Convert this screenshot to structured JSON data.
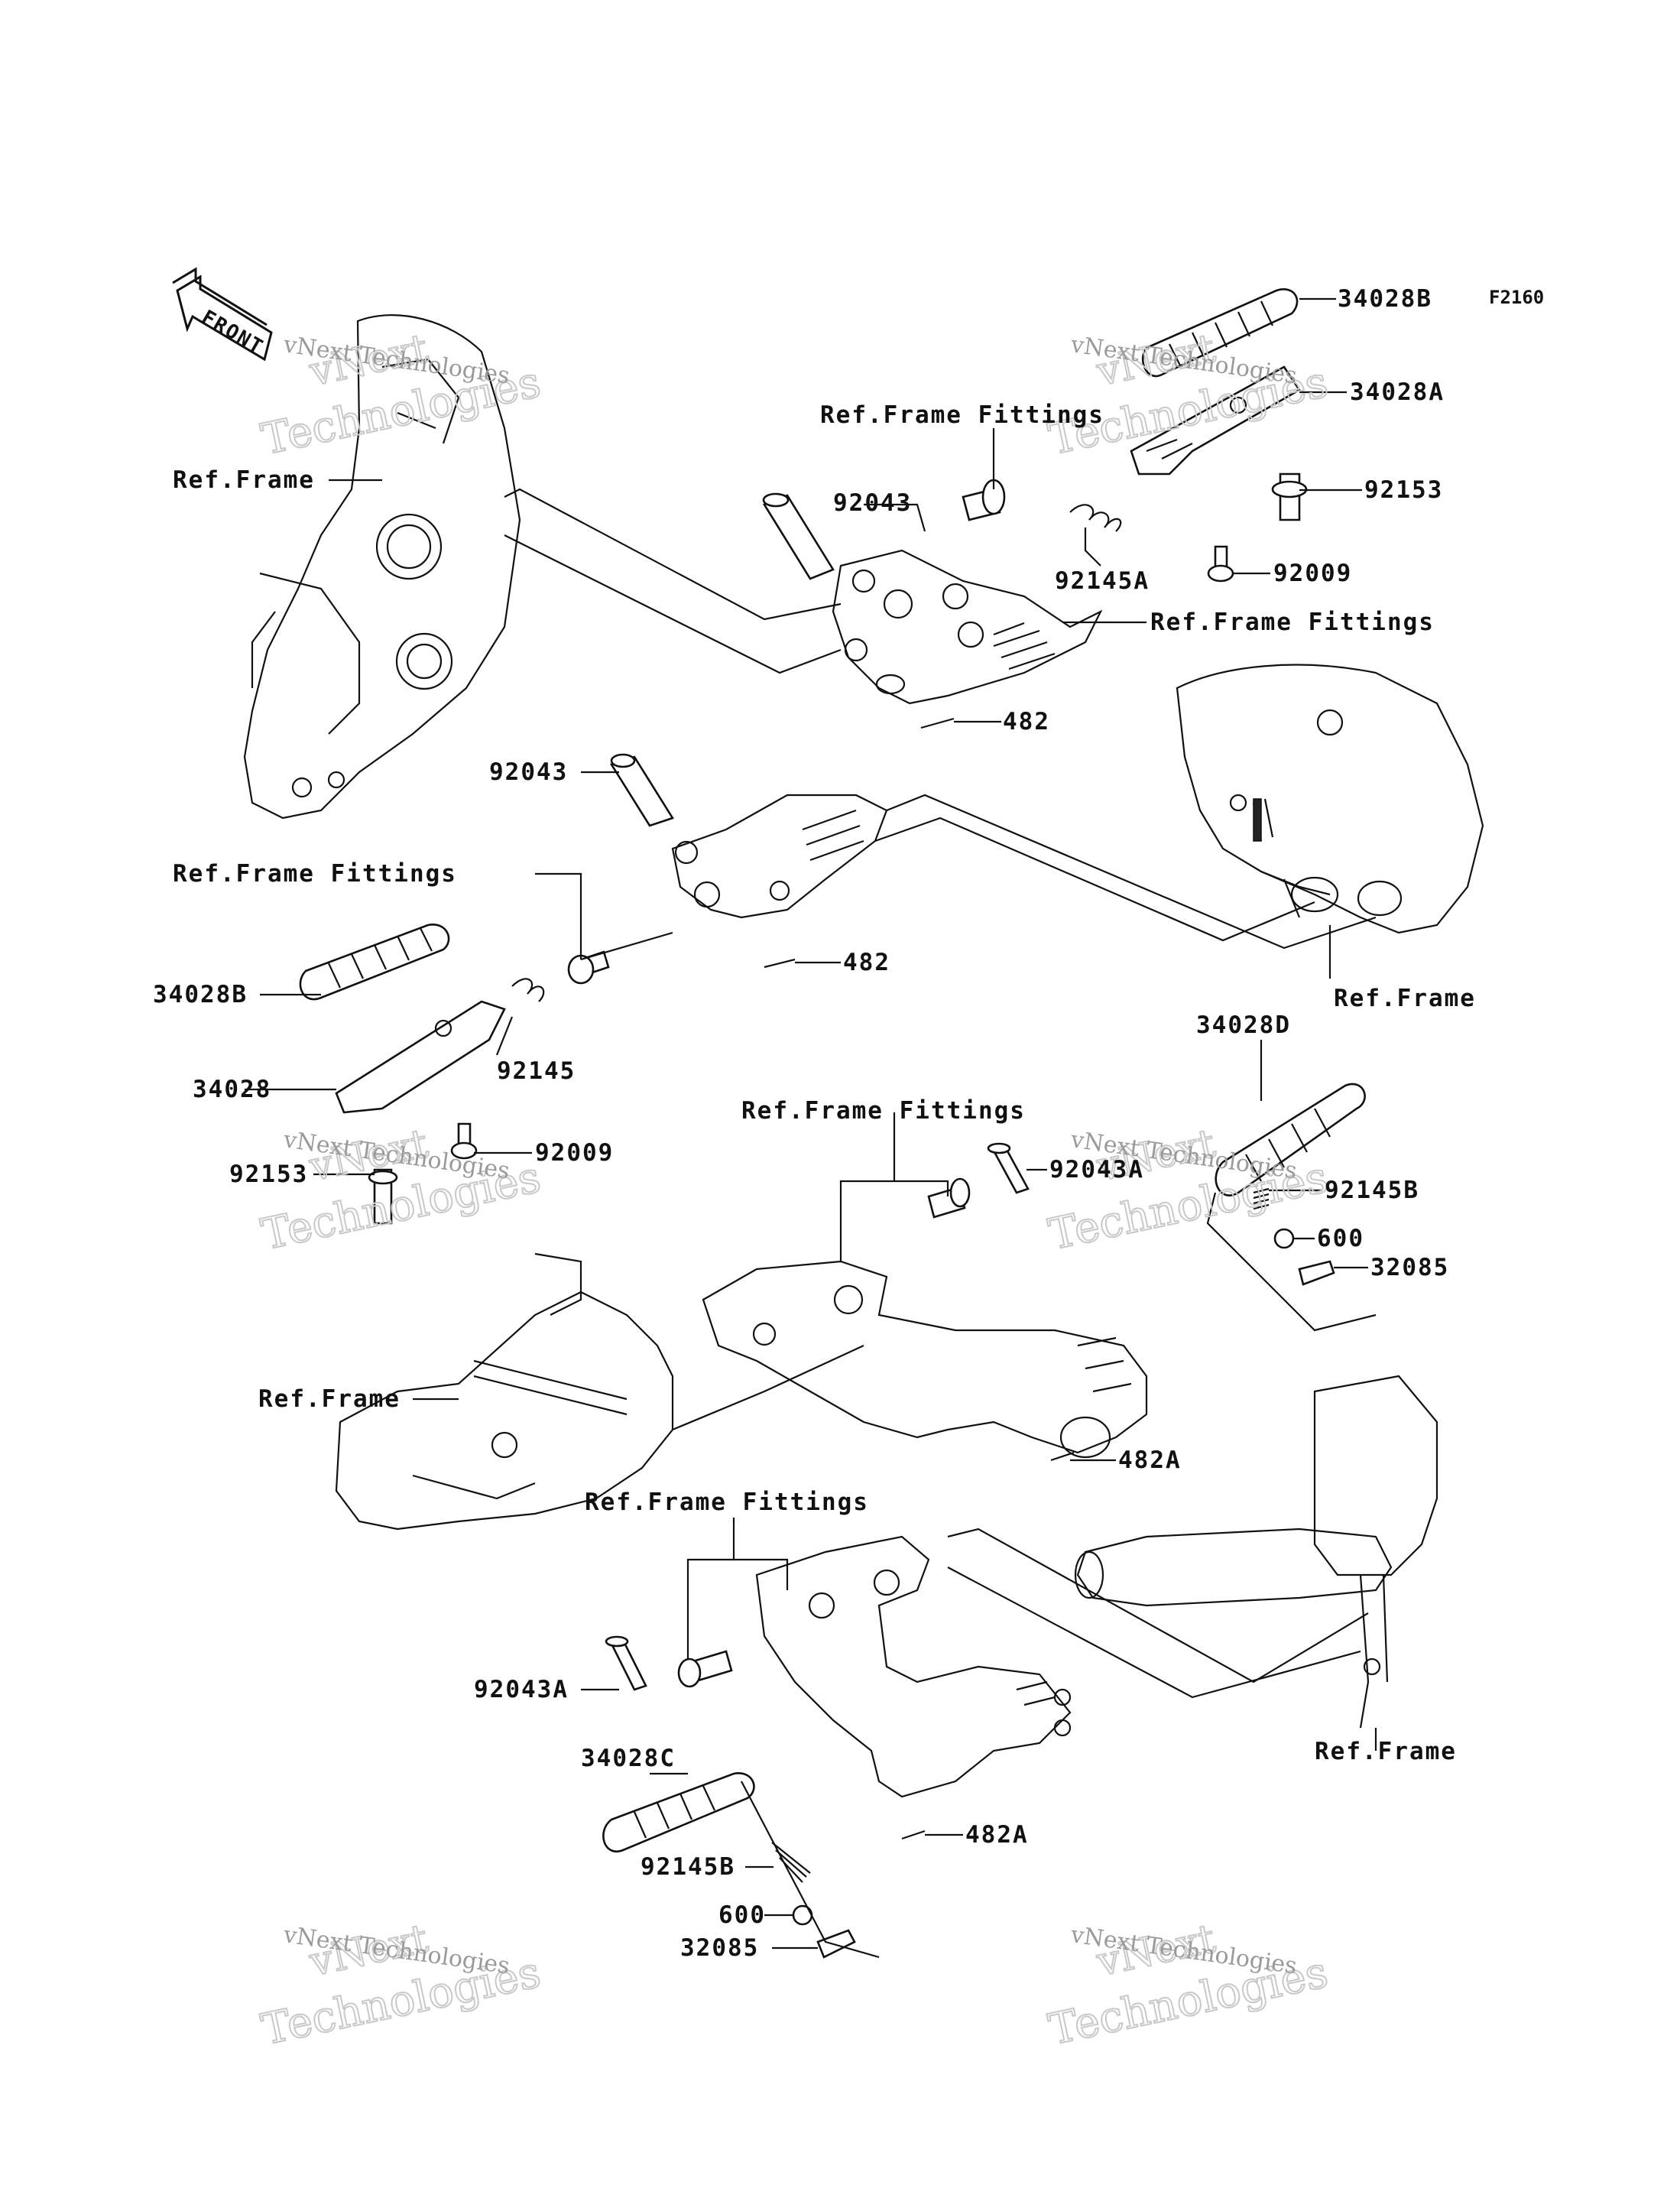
{
  "diagram_code": "F2160",
  "front_label": "FRONT",
  "watermark": {
    "line1": "vNext",
    "line2": "Technologies",
    "small": "vNext Technologies"
  },
  "labels": {
    "ref_frame_1": "Ref.Frame",
    "ref_frame_2": "Ref.Frame",
    "ref_frame_3": "Ref.Frame",
    "ref_frame_4": "Ref.Frame",
    "ref_frame_fittings_1": "Ref.Frame Fittings",
    "ref_frame_fittings_2": "Ref.Frame Fittings",
    "ref_frame_fittings_3": "Ref.Frame Fittings",
    "ref_frame_fittings_4": "Ref.Frame Fittings",
    "ref_frame_fittings_5": "Ref.Frame Fittings",
    "p34028B_a": "34028B",
    "p34028A": "34028A",
    "p92153_a": "92153",
    "p92009_a": "92009",
    "p92145A": "92145A",
    "p92043_a": "92043",
    "p482_a": "482",
    "p92043_b": "92043",
    "p482_b": "482",
    "p34028B_b": "34028B",
    "p34028": "34028",
    "p92145": "92145",
    "p92009_b": "92009",
    "p92153_b": "92153",
    "p34028D": "34028D",
    "p92043A_a": "92043A",
    "p92145B_a": "92145B",
    "p600_a": "600",
    "p32085_a": "32085",
    "p482A_a": "482A",
    "p92043A_b": "92043A",
    "p34028C": "34028C",
    "p482A_b": "482A",
    "p92145B_b": "92145B",
    "p600_b": "600",
    "p32085_b": "32085"
  }
}
